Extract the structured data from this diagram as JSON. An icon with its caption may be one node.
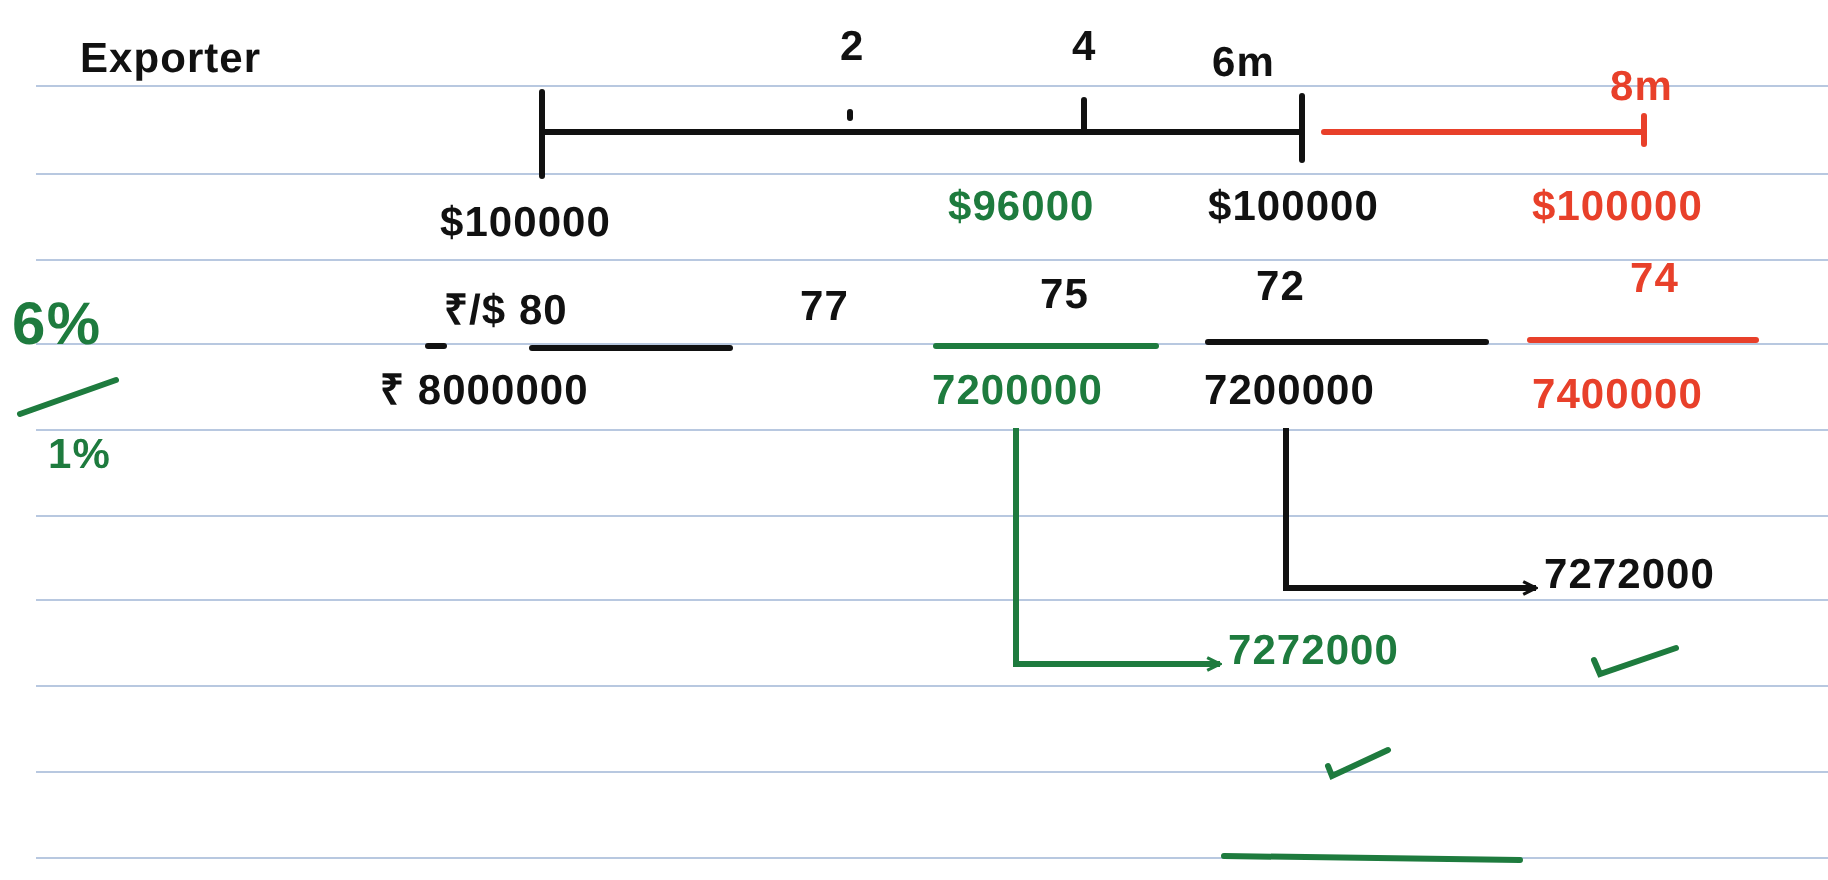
{
  "diagram": {
    "nodes": [
      {
        "text": [
          "7200000"
        ]
      },
      {
        "text": [
          "7200000"
        ]
      },
      {
        "text": [
          "7272000"
        ]
      },
      {
        "text": [
          "7272000"
        ]
      }
    ],
    "edges": [
      {
        "from": 0,
        "to": 3,
        "arrow": "to",
        "color": "#1e7b3e"
      },
      {
        "from": 1,
        "to": 2,
        "arrow": "to",
        "color": "#111111"
      }
    ],
    "labels": [
      "Exporter",
      "2",
      "4",
      "6m",
      "8m",
      "$100000",
      "$96000",
      "$100000",
      "$100000",
      "6%",
      "₹/$ 80",
      "77",
      "75",
      "72",
      "74",
      "₹ 8000000",
      "7400000",
      "1%"
    ]
  }
}
